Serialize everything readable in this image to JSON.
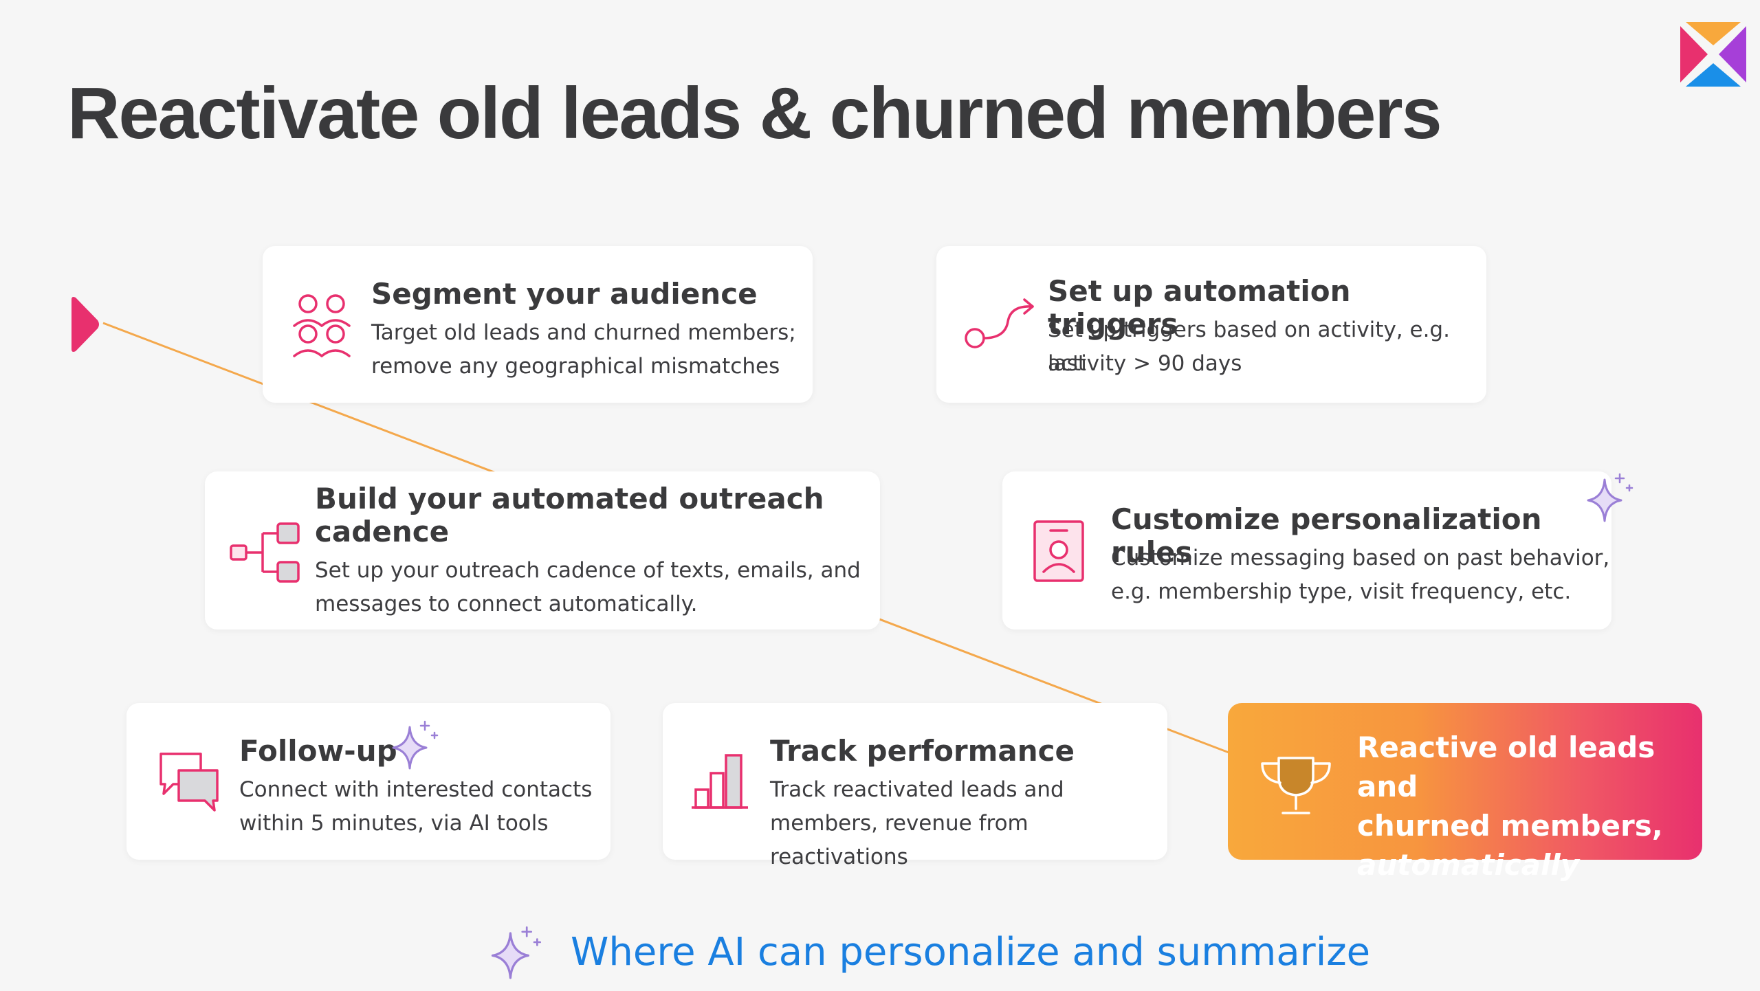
{
  "slide": {
    "title": "Reactivate old leads & churned members"
  },
  "colors": {
    "accent_pink": "#e8306e",
    "path_orange": "#f4a84c",
    "sparkle_purple": "#9a7fd6",
    "footer_blue": "#1a7fe0",
    "gradient_start": "#f8a83c",
    "gradient_end": "#e8306e"
  },
  "steps": [
    {
      "icon": "people-group-icon",
      "title": "Segment your audience",
      "desc_line1": "Target old leads and churned members;",
      "desc_line2": "remove any geographical mismatches",
      "ai": false
    },
    {
      "icon": "trigger-path-icon",
      "title": "Set up automation triggers",
      "desc_line1": "Set up triggers based on activity, e.g. last",
      "desc_line2": "activity > 90 days",
      "ai": false
    },
    {
      "icon": "flow-branch-icon",
      "title_line1": "Build your automated outreach",
      "title_line2": "cadence",
      "desc_line1": "Set up your outreach cadence of texts, emails, and",
      "desc_line2": "messages to connect automatically.",
      "ai": false
    },
    {
      "icon": "profile-card-icon",
      "title": "Customize personalization rules",
      "desc_line1": "Customize messaging based on past behavior,",
      "desc_line2": "e.g. membership type, visit frequency, etc.",
      "ai": true
    },
    {
      "icon": "chat-bubbles-icon",
      "title": "Follow-up",
      "desc_line1": "Connect with interested contacts",
      "desc_line2": "within 5 minutes, via AI tools",
      "ai": true
    },
    {
      "icon": "bar-chart-icon",
      "title": "Track performance",
      "desc_line1": "Track reactivated leads and",
      "desc_line2": "members, revenue from reactivations",
      "ai": false
    }
  ],
  "result": {
    "icon": "trophy-icon",
    "line1": "Reactive old leads and",
    "line2": "churned members,",
    "line3_emphasis": "automatically"
  },
  "footer": {
    "icon": "ai-sparkle-icon",
    "text": "Where AI can personalize and summarize"
  }
}
